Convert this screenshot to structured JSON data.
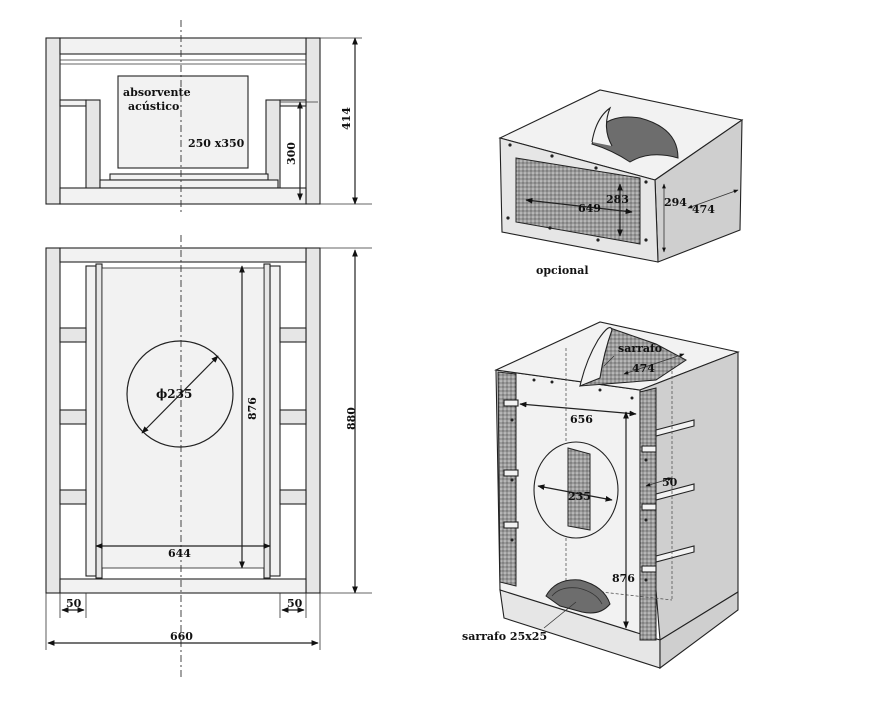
{
  "front_view": {
    "absorbent_label_1": "absorvente",
    "absorbent_label_2": "acústico",
    "port_size": "250 x350",
    "height_300": "300",
    "height_414": "414"
  },
  "top_view": {
    "diameter": "ϕ235",
    "depth_876": "876",
    "width_644": "644",
    "height_880": "880",
    "side_50_left": "50",
    "side_50_right": "50",
    "width_660": "660"
  },
  "optional_view": {
    "label": "opcional",
    "dim_649": "649",
    "dim_283": "283",
    "dim_294": "294",
    "dim_474": "474"
  },
  "iso_view": {
    "sarrafo": "sarrafo",
    "dim_474": "474",
    "dim_656": "656",
    "dim_235": "235",
    "dim_50": "50",
    "dim_876": "876",
    "sarrafo_25": "sarrafo 25x25"
  }
}
